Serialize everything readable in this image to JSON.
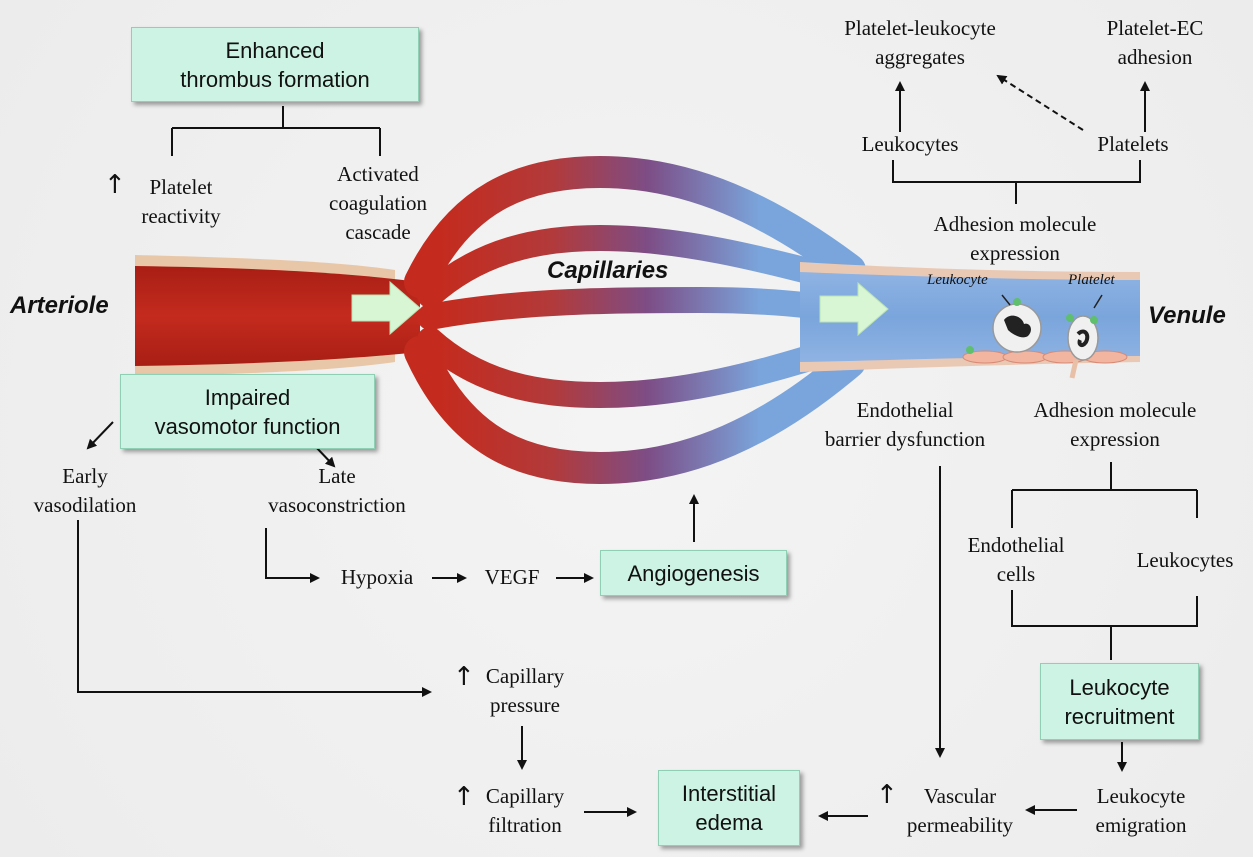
{
  "colors": {
    "arterial": "#c42b1e",
    "venous": "#7aa5dc",
    "capillary_mid": "#7d4d86",
    "box_fill": "#cdf3e4",
    "flow_arrow": "#d8f5d4"
  },
  "vessels": {
    "arteriole": "Arteriole",
    "capillaries": "Capillaries",
    "venule": "Venule",
    "leukocyte": "Leukocyte",
    "platelet": "Platelet"
  },
  "boxes": {
    "thrombus": "Enhanced\nthrombus formation",
    "vasomotor": "Impaired\nvasomotor function",
    "angiogenesis": "Angiogenesis",
    "interstitial": "Interstitial\nedema",
    "recruitment": "Leukocyte\nrecruitment"
  },
  "labels": {
    "platelet_reactivity": "Platelet\nreactivity",
    "coagulation": "Activated\ncoagulation\ncascade",
    "early_vasodilation": "Early\nvasodilation",
    "late_vasoconstriction": "Late\nvasoconstriction",
    "hypoxia": "Hypoxia",
    "vegf": "VEGF",
    "capillary_pressure": "Capillary\npressure",
    "capillary_filtration": "Capillary\nfiltration",
    "platelet_leukocyte": "Platelet-leukocyte\naggregates",
    "platelet_ec": "Platelet-EC\nadhesion",
    "leukocytes_top": "Leukocytes",
    "platelets_top": "Platelets",
    "adhesion_top": "Adhesion molecule\nexpression",
    "endothelial_barrier": "Endothelial\nbarrier dysfunction",
    "adhesion_right": "Adhesion molecule\nexpression",
    "endothelial_cells": "Endothelial\ncells",
    "leukocytes_right": "Leukocytes",
    "leukocyte_emigration": "Leukocyte\nemigration",
    "vascular_permeability": "Vascular\npermeability"
  },
  "up_arrow": "↑"
}
